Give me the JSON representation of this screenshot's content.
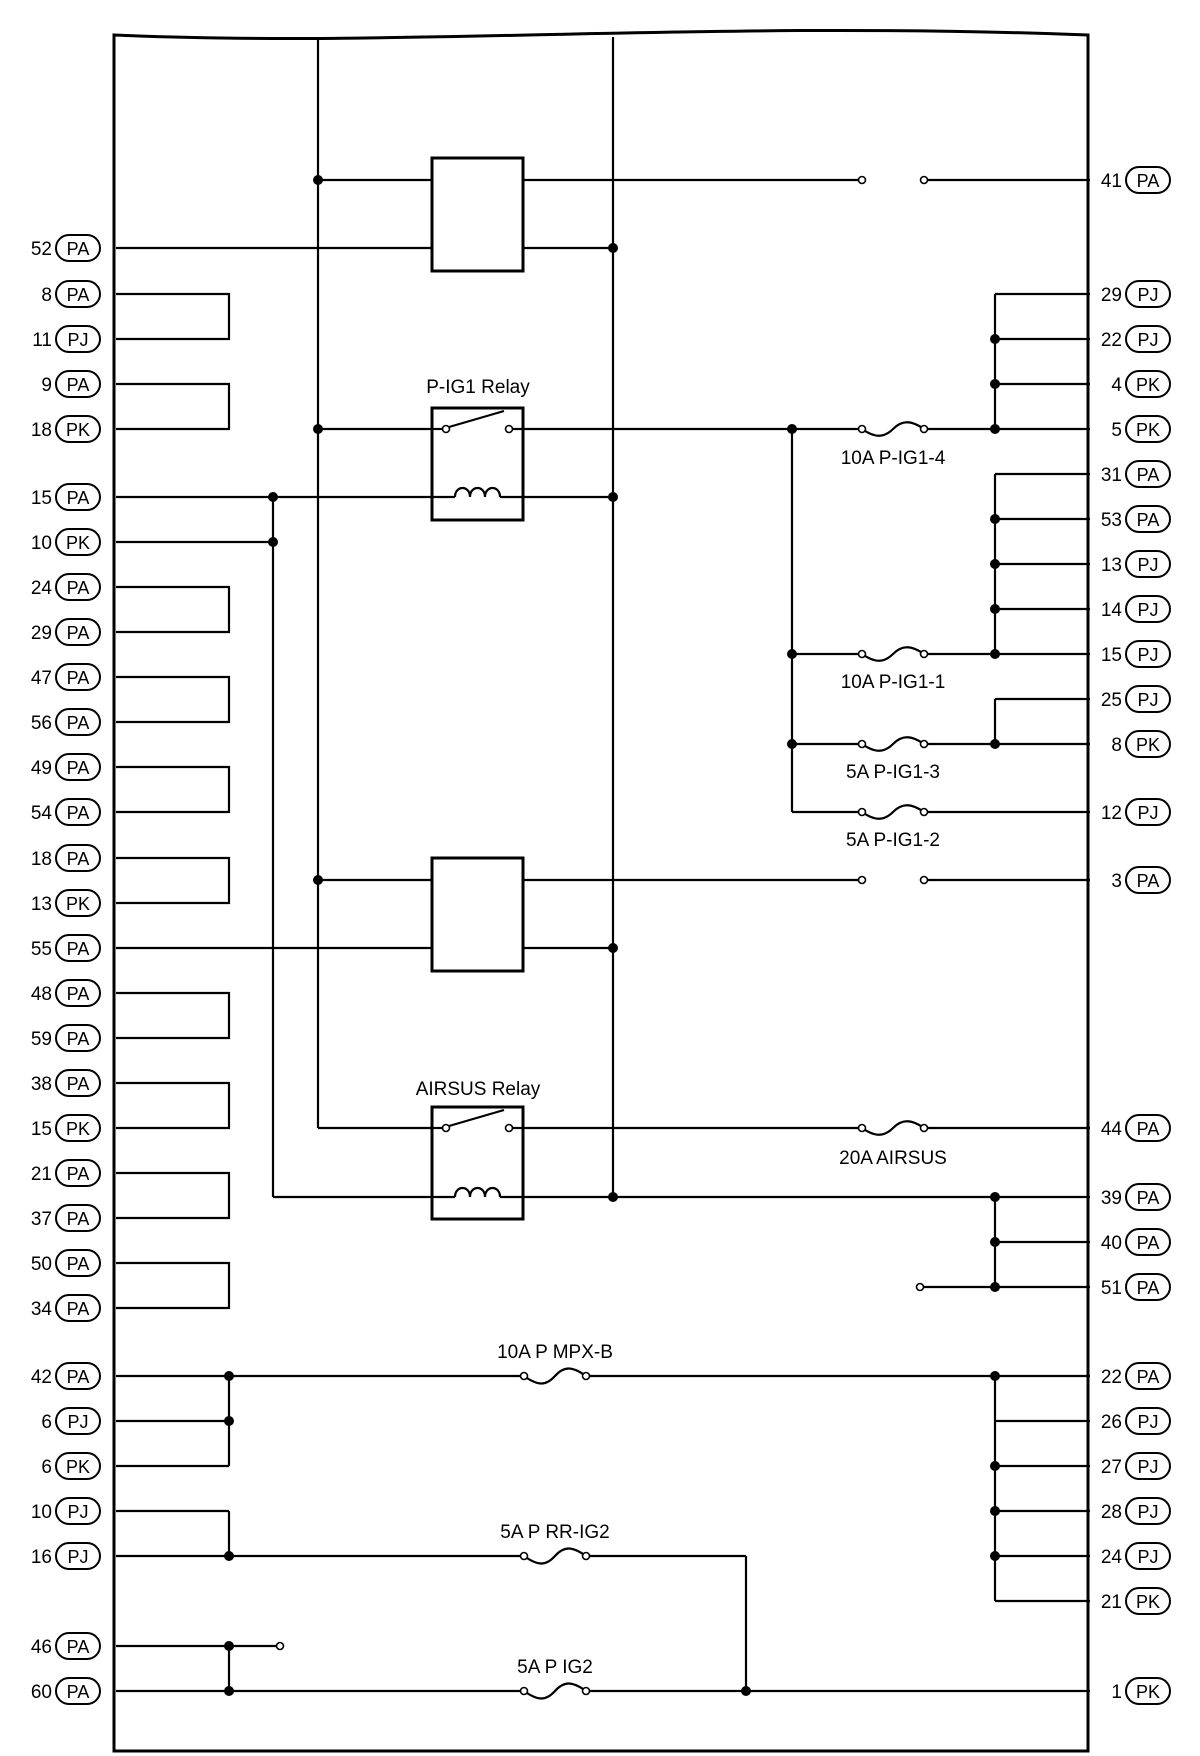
{
  "left_connectors": [
    {
      "pin": "52",
      "conn": "PA"
    },
    {
      "pin": "8",
      "conn": "PA"
    },
    {
      "pin": "11",
      "conn": "PJ"
    },
    {
      "pin": "9",
      "conn": "PA"
    },
    {
      "pin": "18",
      "conn": "PK"
    },
    {
      "pin": "15",
      "conn": "PA"
    },
    {
      "pin": "10",
      "conn": "PK"
    },
    {
      "pin": "24",
      "conn": "PA"
    },
    {
      "pin": "29",
      "conn": "PA"
    },
    {
      "pin": "47",
      "conn": "PA"
    },
    {
      "pin": "56",
      "conn": "PA"
    },
    {
      "pin": "49",
      "conn": "PA"
    },
    {
      "pin": "54",
      "conn": "PA"
    },
    {
      "pin": "18",
      "conn": "PA"
    },
    {
      "pin": "13",
      "conn": "PK"
    },
    {
      "pin": "55",
      "conn": "PA"
    },
    {
      "pin": "48",
      "conn": "PA"
    },
    {
      "pin": "59",
      "conn": "PA"
    },
    {
      "pin": "38",
      "conn": "PA"
    },
    {
      "pin": "15",
      "conn": "PK"
    },
    {
      "pin": "21",
      "conn": "PA"
    },
    {
      "pin": "37",
      "conn": "PA"
    },
    {
      "pin": "50",
      "conn": "PA"
    },
    {
      "pin": "34",
      "conn": "PA"
    },
    {
      "pin": "42",
      "conn": "PA"
    },
    {
      "pin": "6",
      "conn": "PJ"
    },
    {
      "pin": "6",
      "conn": "PK"
    },
    {
      "pin": "10",
      "conn": "PJ"
    },
    {
      "pin": "16",
      "conn": "PJ"
    },
    {
      "pin": "46",
      "conn": "PA"
    },
    {
      "pin": "60",
      "conn": "PA"
    }
  ],
  "right_connectors": [
    {
      "pin": "41",
      "conn": "PA"
    },
    {
      "pin": "29",
      "conn": "PJ"
    },
    {
      "pin": "22",
      "conn": "PJ"
    },
    {
      "pin": "4",
      "conn": "PK"
    },
    {
      "pin": "5",
      "conn": "PK"
    },
    {
      "pin": "31",
      "conn": "PA"
    },
    {
      "pin": "53",
      "conn": "PA"
    },
    {
      "pin": "13",
      "conn": "PJ"
    },
    {
      "pin": "14",
      "conn": "PJ"
    },
    {
      "pin": "15",
      "conn": "PJ"
    },
    {
      "pin": "25",
      "conn": "PJ"
    },
    {
      "pin": "8",
      "conn": "PK"
    },
    {
      "pin": "12",
      "conn": "PJ"
    },
    {
      "pin": "3",
      "conn": "PA"
    },
    {
      "pin": "44",
      "conn": "PA"
    },
    {
      "pin": "39",
      "conn": "PA"
    },
    {
      "pin": "40",
      "conn": "PA"
    },
    {
      "pin": "51",
      "conn": "PA"
    },
    {
      "pin": "22",
      "conn": "PA"
    },
    {
      "pin": "26",
      "conn": "PJ"
    },
    {
      "pin": "27",
      "conn": "PJ"
    },
    {
      "pin": "28",
      "conn": "PJ"
    },
    {
      "pin": "24",
      "conn": "PJ"
    },
    {
      "pin": "21",
      "conn": "PK"
    },
    {
      "pin": "1",
      "conn": "PK"
    }
  ],
  "relays": {
    "pig1": "P-IG1 Relay",
    "airsus": "AIRSUS Relay"
  },
  "fuses": {
    "f1": "10A P-IG1-4",
    "f2": "10A P-IG1-1",
    "f3": "5A P-IG1-3",
    "f4": "5A P-IG1-2",
    "f5": "20A AIRSUS",
    "f6": "10A P MPX-B",
    "f7": "5A P RR-IG2",
    "f8": "5A P IG2"
  }
}
